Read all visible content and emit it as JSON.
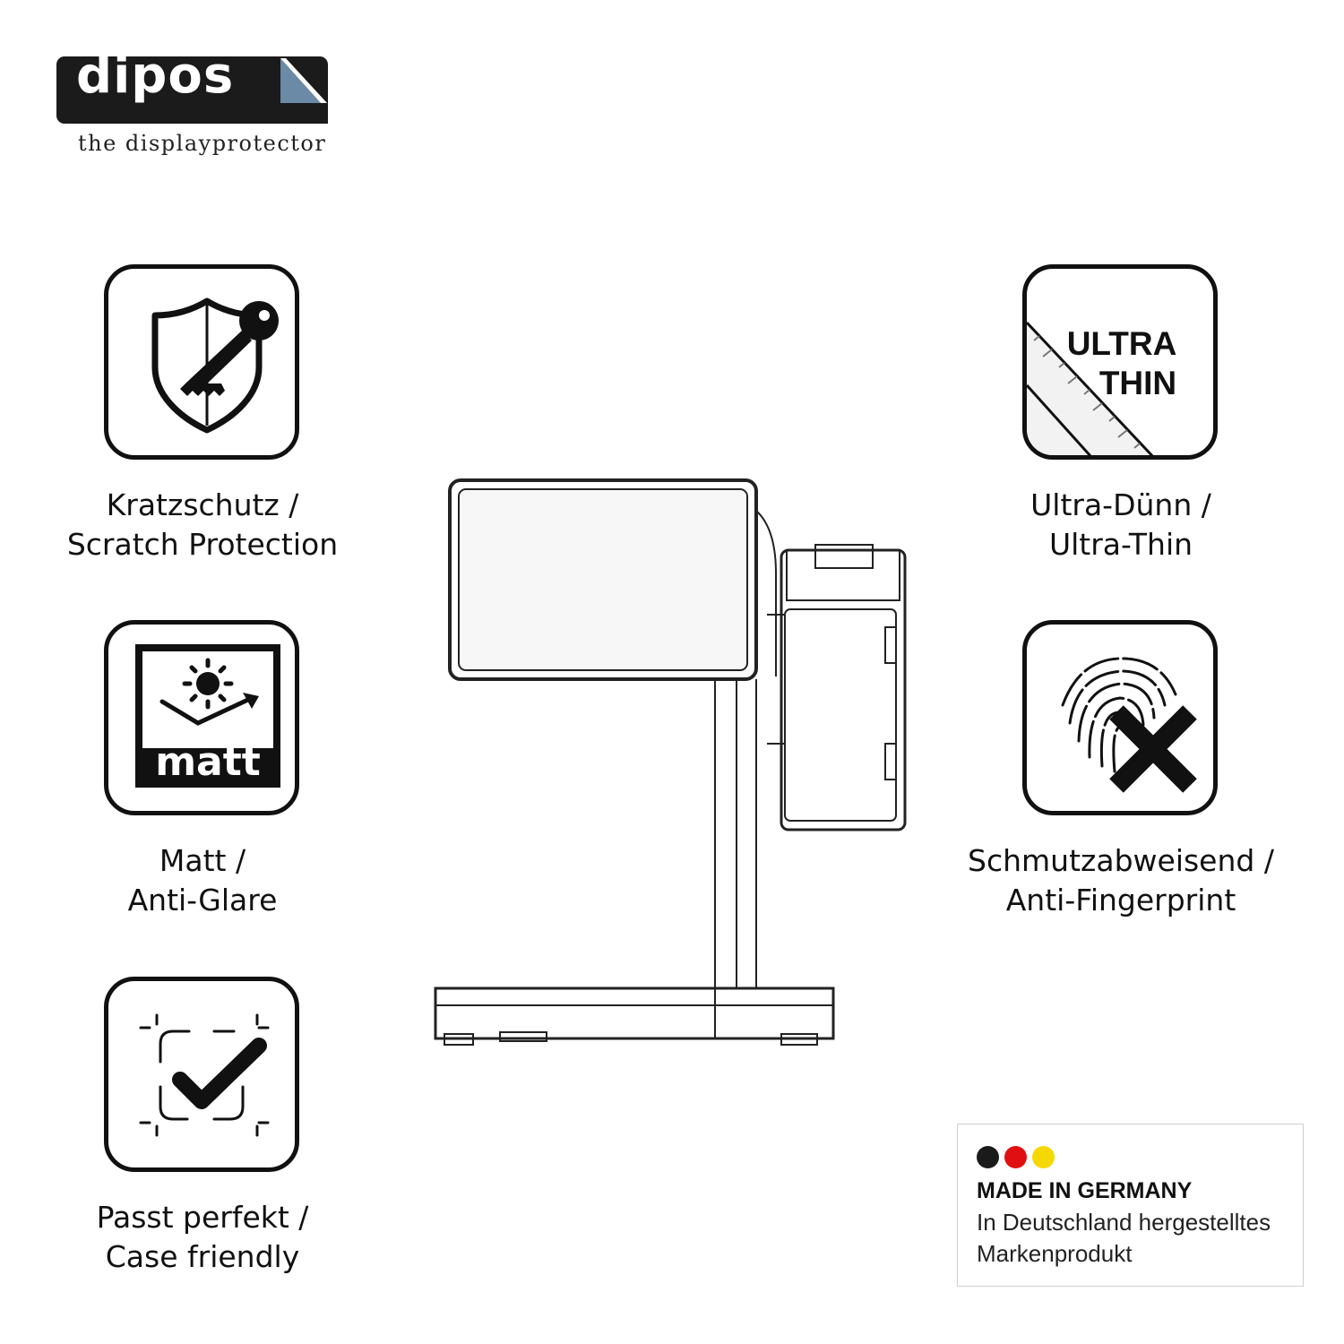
{
  "brand": {
    "logo_text": "dipos",
    "tagline": "the displayprotector"
  },
  "features": {
    "scratch": {
      "icon": "shield-key-icon",
      "line1": "Kratzschutz /",
      "line2": "Scratch Protection"
    },
    "thin": {
      "icon": "ultra-thin-icon",
      "icon_line1": "ULTRA",
      "icon_line2": "THIN",
      "line1": "Ultra-Dünn /",
      "line2": "Ultra-Thin"
    },
    "matt": {
      "icon": "matt-sun-icon",
      "icon_text": "matt",
      "line1": "Matt /",
      "line2": "Anti-Glare"
    },
    "fingerprint": {
      "icon": "fingerprint-x-icon",
      "line1": "Schmutzabweisend /",
      "line2": "Anti-Fingerprint"
    },
    "fit": {
      "icon": "checkmark-frame-icon",
      "line1": "Passt perfekt /",
      "line2": "Case friendly"
    }
  },
  "badge": {
    "colors": [
      "#1a1a1a",
      "#e01010",
      "#f5d800"
    ],
    "title": "MADE IN GERMANY",
    "line1": "In Deutschland hergestelltes",
    "line2": "Markenprodukt"
  },
  "product": {
    "icon": "pos-terminal-drawing"
  }
}
